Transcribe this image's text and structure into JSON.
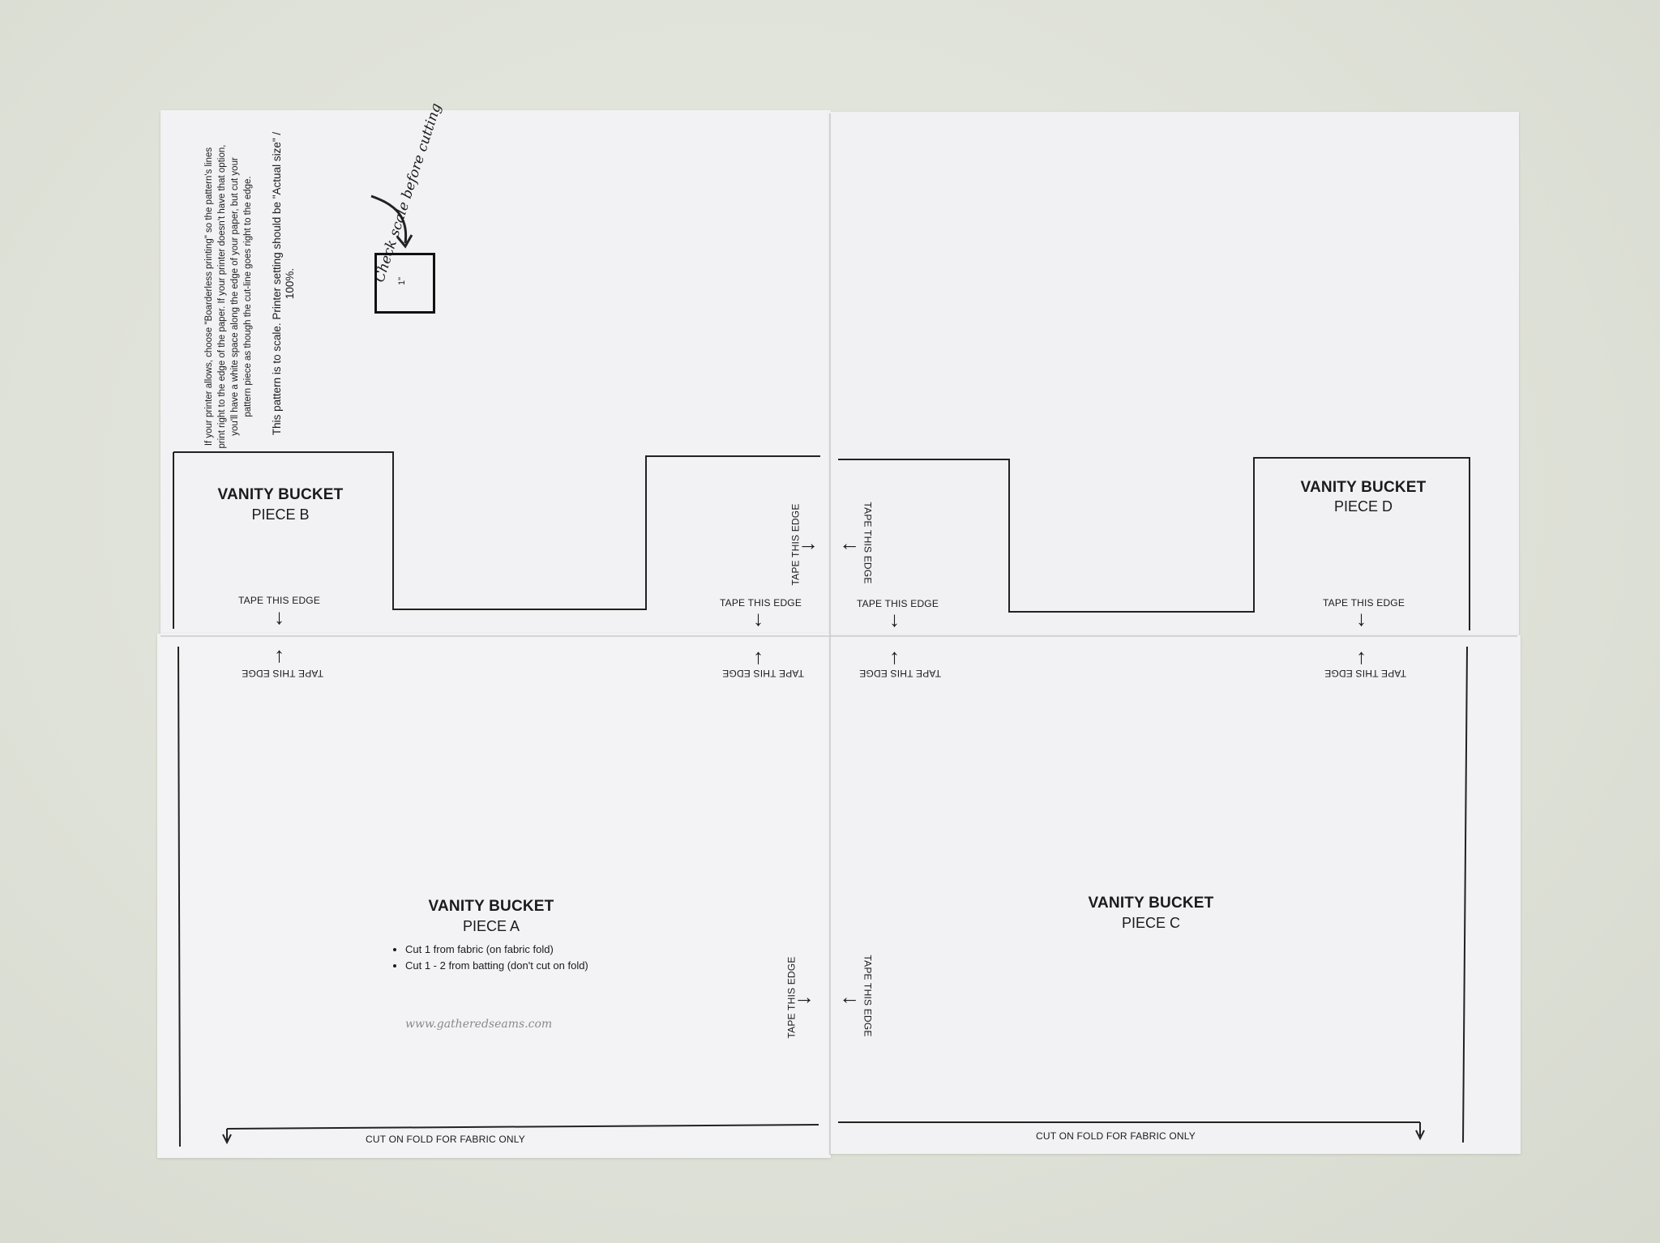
{
  "instructions": {
    "borderless": "If your printer allows, choose \"Boarderless printing\" so the pattern's lines print right to the edge of the paper. If your printer doesn't have that option, you'll have a white space along the edge of your paper, but cut your pattern piece as though the cut-line goes right to the edge.",
    "scale": "This pattern is to scale. Printer setting should be \"Actual size\" / 100%.",
    "check_scale": "Check scale before cutting",
    "scale_box_label": "1\""
  },
  "pieces": {
    "b": {
      "title": "VANITY BUCKET",
      "label": "PIECE B"
    },
    "d": {
      "title": "VANITY BUCKET",
      "label": "PIECE D"
    },
    "a": {
      "title": "VANITY BUCKET",
      "label": "PIECE A",
      "bullets": [
        "Cut 1 from fabric (on fabric fold)",
        "Cut 1 - 2 from batting (don't cut on fold)"
      ]
    },
    "c": {
      "title": "VANITY BUCKET",
      "label": "PIECE C"
    }
  },
  "tape_label": "TAPE THIS EDGE",
  "fold_label": "CUT ON FOLD FOR FABRIC ONLY",
  "watermark": "www.gatheredseams.com"
}
